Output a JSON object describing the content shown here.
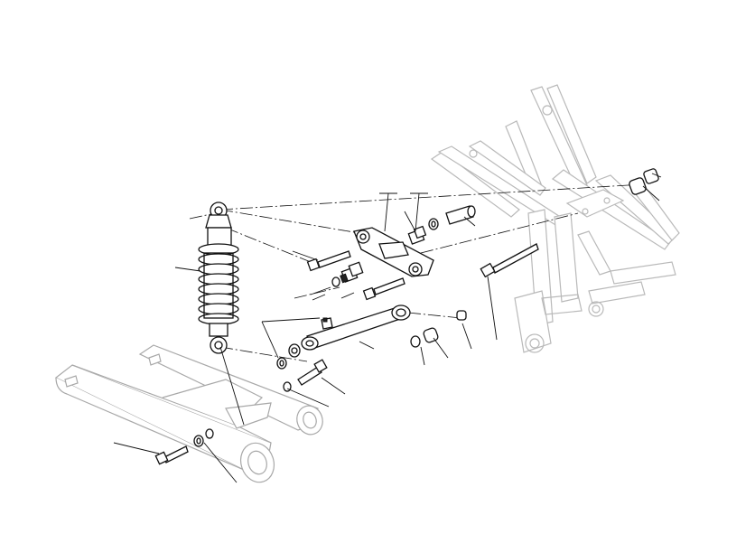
{
  "diagram": {
    "description_visible_text": "",
    "style": {
      "line_color": "#111111",
      "ghost_color": "#b9b9b9",
      "background": "#ffffff"
    },
    "parts": [
      "shock-absorber",
      "rocker-link",
      "tie-rod",
      "frame",
      "swingarm",
      "bolts",
      "washers",
      "bushings",
      "nuts"
    ]
  }
}
